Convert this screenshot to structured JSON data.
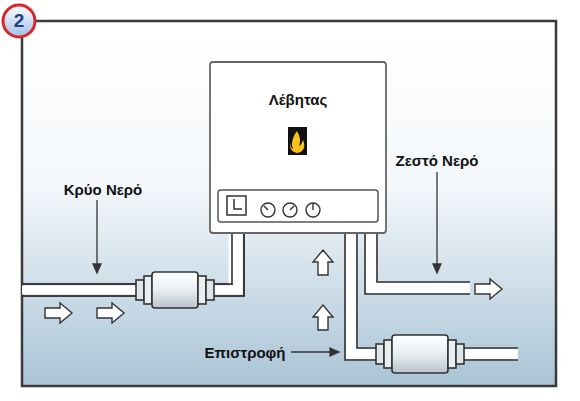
{
  "diagram": {
    "nodes": [
      {
        "text": [
          "Λέβητας"
        ]
      }
    ],
    "labels": [
      "2",
      "Κρύο Νερό",
      "Ζεστό Νερό",
      "Επιστροφή"
    ]
  }
}
